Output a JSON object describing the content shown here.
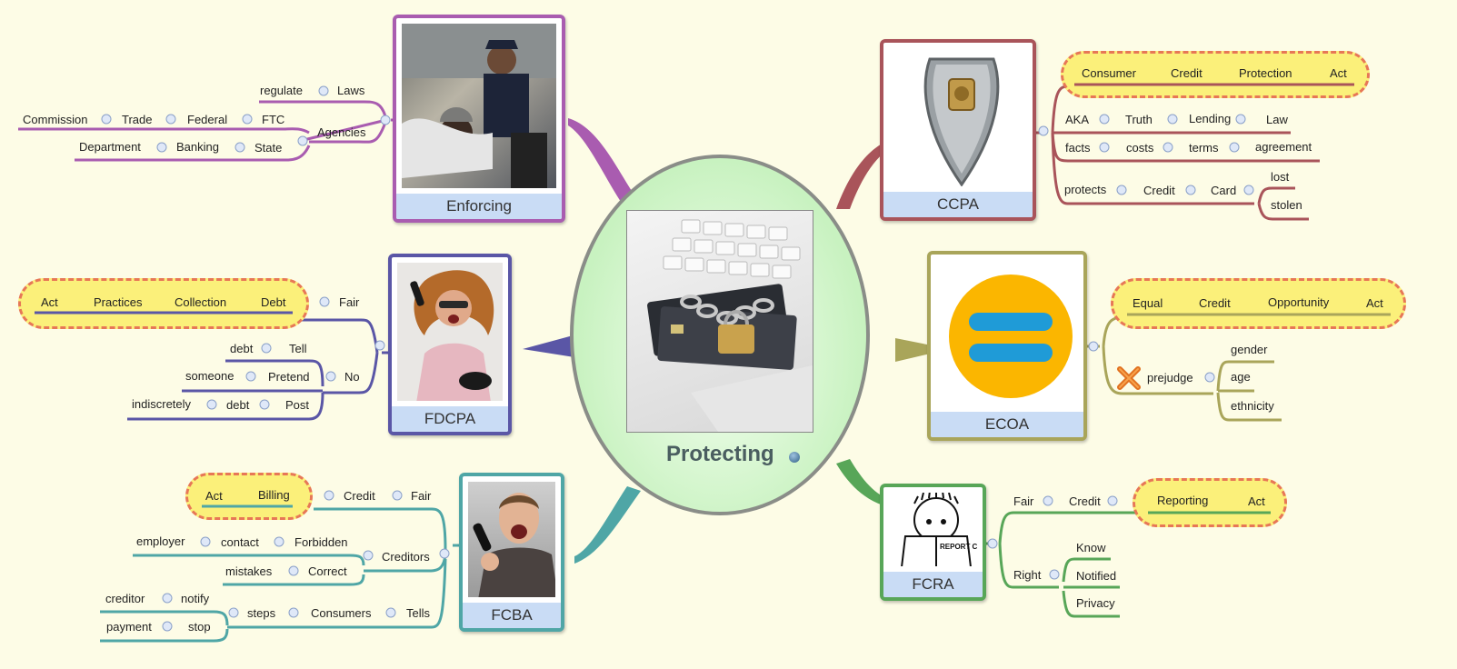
{
  "center": {
    "title": "Protecting"
  },
  "enforcing": {
    "caption": "Enforcing",
    "regulate": "regulate",
    "laws": "Laws",
    "commission": "Commission",
    "trade": "Trade",
    "federal": "Federal",
    "ftc": "FTC",
    "agencies": "Agencies",
    "department": "Department",
    "banking": "Banking",
    "state": "State"
  },
  "fdcpa": {
    "caption": "FDCPA",
    "act": "Act",
    "practices": "Practices",
    "collection": "Collection",
    "debt": "Debt",
    "fair": "Fair",
    "debt2": "debt",
    "tell": "Tell",
    "someone": "someone",
    "pretend": "Pretend",
    "no": "No",
    "indiscretely": "indiscretely",
    "debt3": "debt",
    "post": "Post"
  },
  "fcba": {
    "caption": "FCBA",
    "act": "Act",
    "billing": "Billing",
    "credit": "Credit",
    "fair": "Fair",
    "employer": "employer",
    "contact": "contact",
    "forbidden": "Forbidden",
    "creditors": "Creditors",
    "mistakes": "mistakes",
    "correct": "Correct",
    "creditor": "creditor",
    "notify": "notify",
    "steps": "steps",
    "consumers": "Consumers",
    "tells": "Tells",
    "payment": "payment",
    "stop": "stop"
  },
  "ccpa": {
    "caption": "CCPA",
    "consumer": "Consumer",
    "credit": "Credit",
    "protection": "Protection",
    "act": "Act",
    "aka": "AKA",
    "truth": "Truth",
    "lending": "Lending",
    "law": "Law",
    "facts": "facts",
    "costs": "costs",
    "terms": "terms",
    "agreement": "agreement",
    "protects": "protects",
    "credit2": "Credit",
    "card": "Card",
    "lost": "lost",
    "stolen": "stolen"
  },
  "ecoa": {
    "caption": "ECOA",
    "equal": "Equal",
    "credit": "Credit",
    "opportunity": "Opportunity",
    "act": "Act",
    "prejudge": "prejudge",
    "gender": "gender",
    "age": "age",
    "ethnicity": "ethnicity"
  },
  "fcra": {
    "caption": "FCRA",
    "fair": "Fair",
    "credit": "Credit",
    "reporting": "Reporting",
    "act": "Act",
    "right": "Right",
    "know": "Know",
    "notified": "Notified",
    "privacy": "Privacy",
    "report_card": "REPORT CARD"
  },
  "colors": {
    "enforcing": "#a95cb0",
    "fdcpa": "#5a56a6",
    "fcba": "#4fa6a6",
    "ccpa": "#a9545a",
    "ecoa": "#a9a55a",
    "fcra": "#58a658",
    "center_border": "#8a8d88",
    "center_fill": "#c8f2c0",
    "cloud_border": "#e77756",
    "cloud_fill": "#fbf07a"
  }
}
